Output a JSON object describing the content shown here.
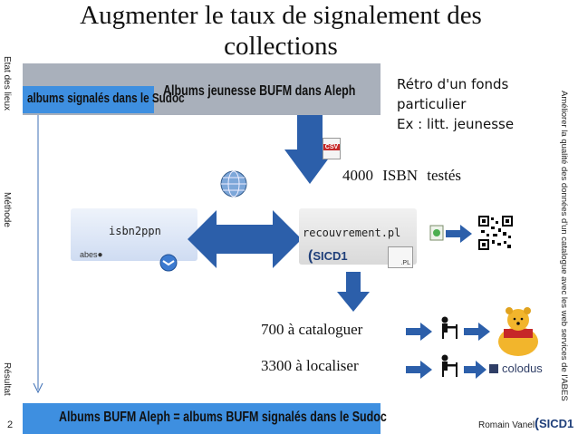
{
  "slide": {
    "title": "Augmenter le taux de signalement des collections",
    "page_number": "2",
    "author": "Romain Vanel"
  },
  "side_labels": {
    "etat": "Etat des lieux",
    "methode": "Méthode",
    "resultat": "Résultat",
    "right_vertical": "Améliorer la qualité des données d'un catalogue avec les web services de l'ABES"
  },
  "top_banner": {
    "left_label": "albums signalés dans le Sudoc",
    "right_label": "Albums jeunesse BUFM dans Aleph"
  },
  "retro_text": {
    "line1": "Rétro d'un fonds",
    "line2": "particulier",
    "line3": "Ex : litt. jeunesse"
  },
  "csv_label": "CSV",
  "isbn_tested": "4000  ISBN  testés",
  "boxes": {
    "isbn2ppn": "isbn2ppn",
    "abes_logo": "abes",
    "recouvrement": "recouvrement.pl",
    "sicd_logo": "SICD1",
    "pl_file": ".PL"
  },
  "results": {
    "catalog": "700 à cataloguer",
    "localize": "3300 à localiser",
    "colodus": "colodus"
  },
  "bottom_banner": "Albums BUFM Aleph = albums BUFM signalés dans le Sudoc",
  "colors": {
    "grey_banner": "#a9b0bb",
    "blue_banner": "#3e8fe0",
    "arrow_blue": "#2c5faa"
  }
}
